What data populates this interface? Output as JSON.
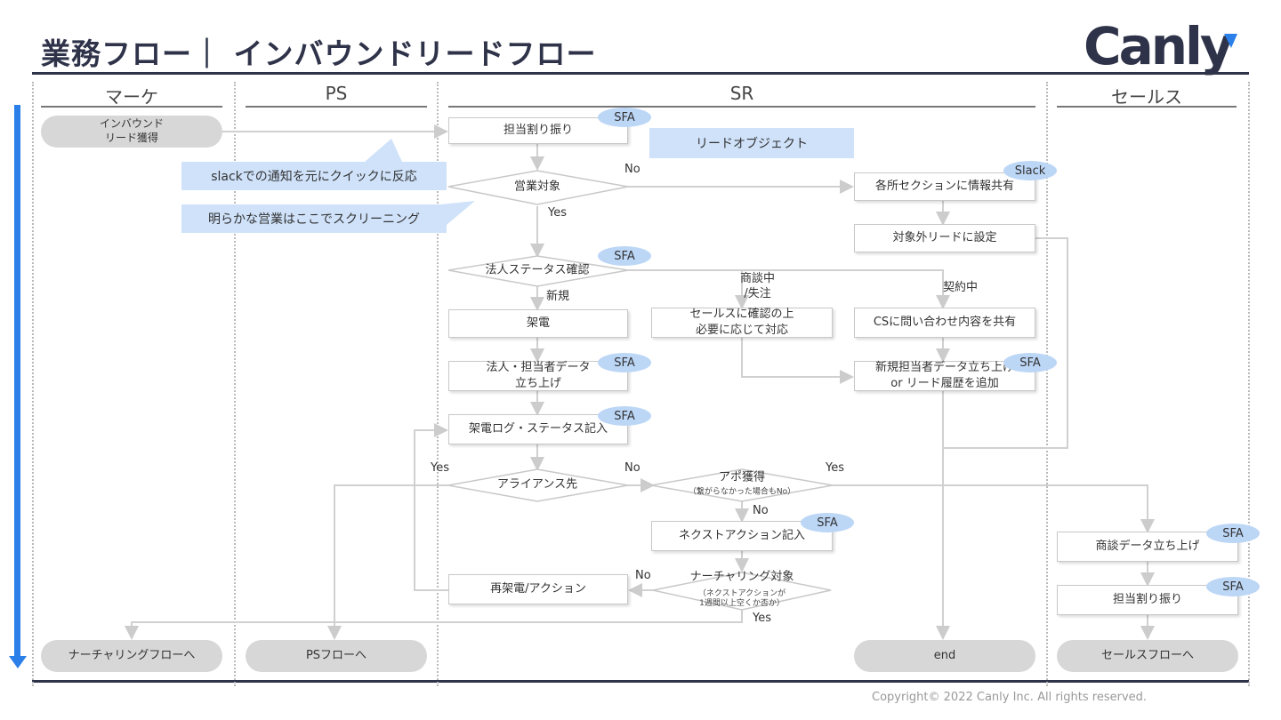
{
  "title": "業務フロー｜ インバウンドリードフロー",
  "logo": "Canly",
  "colors": {
    "navy": "#2f3349",
    "accent": "#2a7fe8",
    "note": "#cfe2fa",
    "tag": "#bcd6f6",
    "terminal": "#d7d7d7"
  },
  "lanes": [
    "マーケ",
    "PS",
    "SR",
    "セールス"
  ],
  "nodes": {
    "inbound": "インバウンド\nリード獲得",
    "assign": "担当割り振り",
    "lead_object": "リードオブジェクト",
    "target": "営業対象",
    "share_sections": "各所セクションに情報共有",
    "set_excluded": "対象外リードに設定",
    "corp_status": "法人ステータス確認",
    "call": "架電",
    "confirm_sales": "セールスに確認の上\n必要に応じて対応",
    "share_cs": "CSに問い合わせ内容を共有",
    "create_data": "法人・担当者データ\n立ち上げ",
    "new_contact": "新規担当者データ立ち上げ\nor リード履歴を追加",
    "call_log": "架電ログ・ステータス記入",
    "alliance": "アライアンス先",
    "appointment": "アポ獲得",
    "appointment_sub": "（繋がらなかった場合もNo）",
    "next_action": "ネクストアクション記入",
    "nurturing_target": "ナーチャリング対象",
    "nurturing_sub": "（ネクストアクションが\n1週間以上空くか否か）",
    "recall": "再架電/アクション",
    "deal_data": "商談データ立ち上げ",
    "assign_sales": "担当割り振り",
    "to_nurturing": "ナーチャリングフローへ",
    "to_ps": "PSフローへ",
    "end": "end",
    "to_sales": "セールスフローへ"
  },
  "notes": {
    "slack_notice": "slackでの通知を元にクイックに反応",
    "screening": "明らかな営業はここでスクリーニング"
  },
  "tags": {
    "sfa": "SFA",
    "slack": "Slack"
  },
  "edge_labels": {
    "no": "No",
    "yes": "Yes",
    "new": "新規",
    "in_talks": "商談中\n/失注",
    "contracted": "契約中"
  },
  "copyright": "Copyright© 2022 Canly Inc. All rights reserved."
}
